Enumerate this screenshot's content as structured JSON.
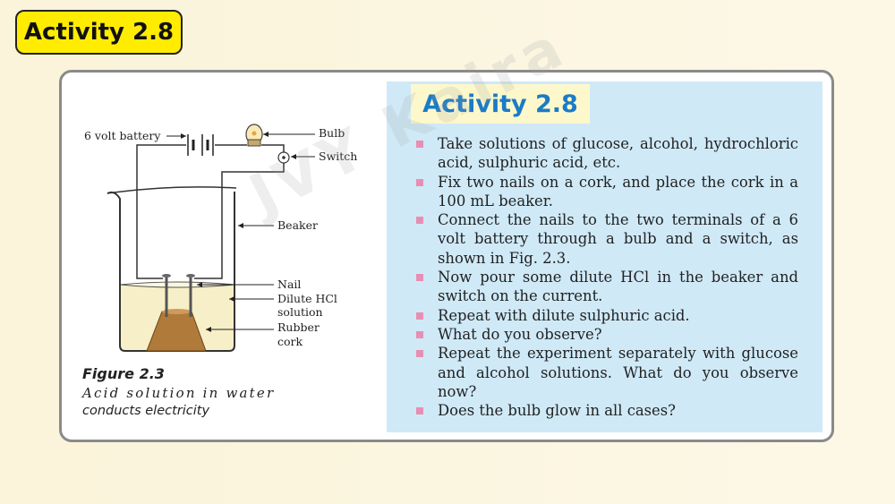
{
  "header": {
    "badge": "Activity 2.8"
  },
  "panel": {
    "title": "Activity 2.8",
    "steps": [
      "Take solutions of glucose, alcohol, hydrochloric acid, sulphuric acid, etc.",
      "Fix two nails on a cork, and place the cork in a 100 mL beaker.",
      "Connect the nails to the two terminals of a 6 volt battery through a bulb and a switch, as shown in Fig. 2.3.",
      "Now pour some dilute HCl in the beaker and switch on the current.",
      "Repeat with dilute sulphuric acid.",
      "What do you observe?",
      "Repeat the experiment separately with glucose and alcohol solutions. What do you observe now?",
      "Does the bulb glow in all cases?"
    ]
  },
  "figure": {
    "labels": {
      "battery": "6 volt battery",
      "bulb": "Bulb",
      "switch": "Switch",
      "beaker": "Beaker",
      "nail": "Nail",
      "solution_1": "Dilute HCl",
      "solution_2": "solution",
      "cork_1": "Rubber",
      "cork_2": "cork"
    },
    "caption_title": "Figure 2.3",
    "caption_line1": "Acid solution in water",
    "caption_line2": "conducts electricity"
  },
  "watermark": "JVY Kaira",
  "colors": {
    "badge_bg": "#ffec00",
    "panel_bg": "#cfe9f7",
    "title_color": "#1b7bc6",
    "bullet": "#e78fb3",
    "solution": "#f6efc8",
    "cork": "#b07a3a"
  }
}
